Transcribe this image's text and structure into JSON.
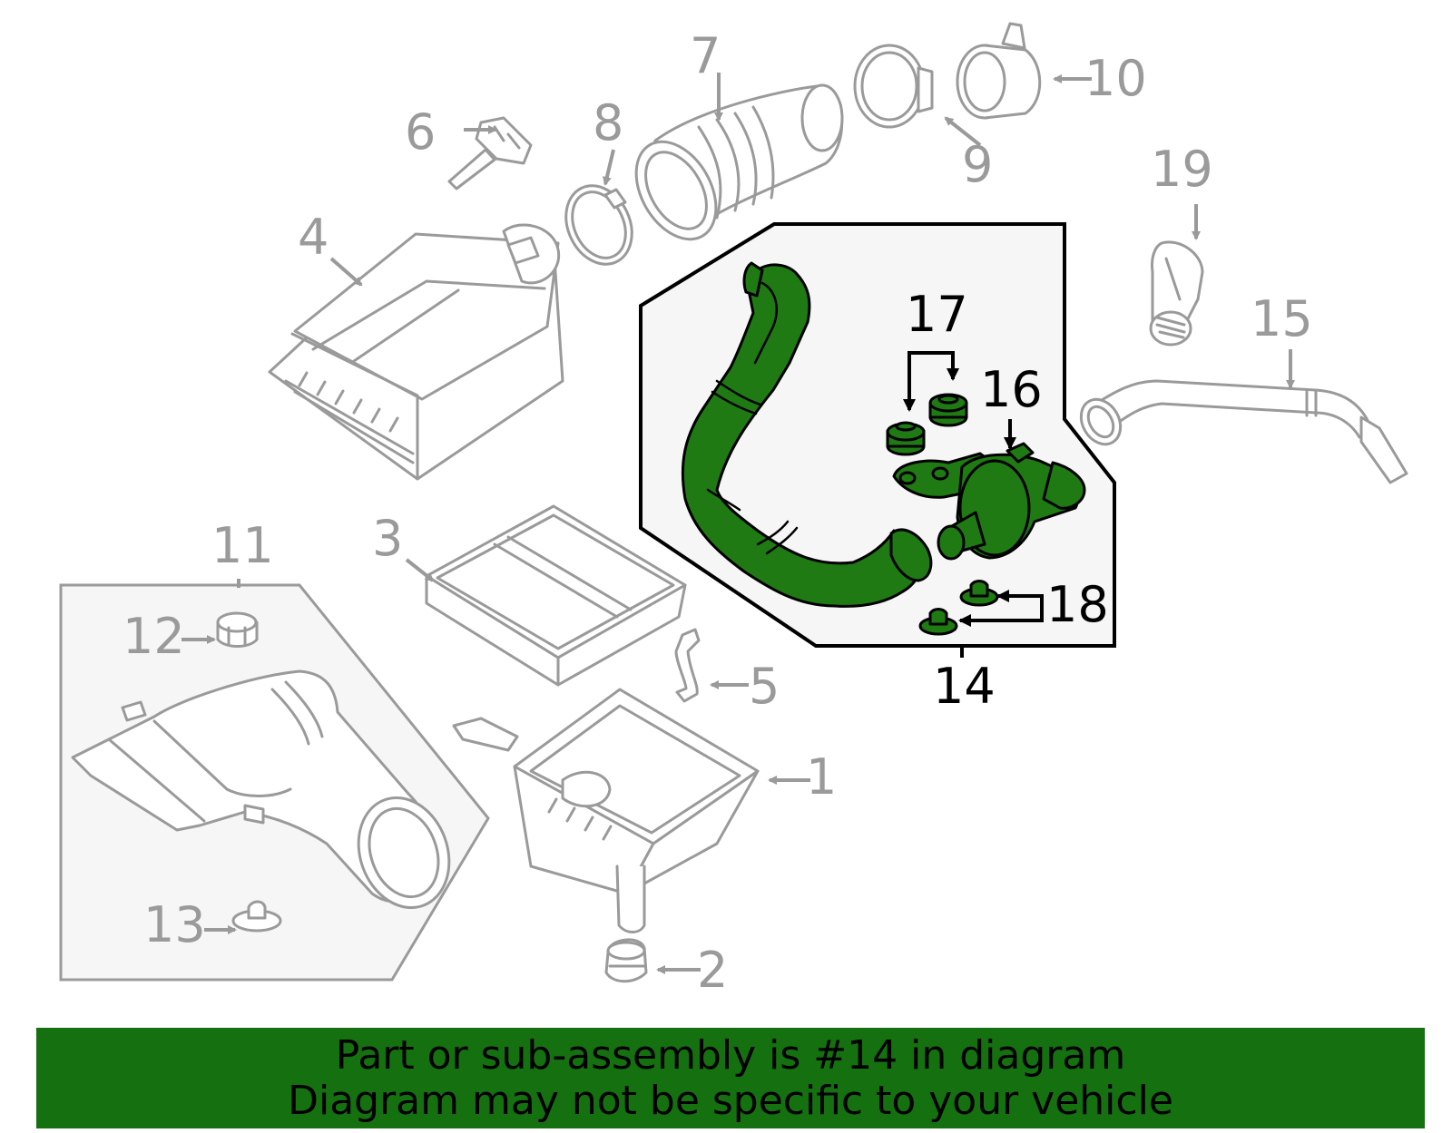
{
  "callouts": {
    "c1": "1",
    "c2": "2",
    "c3": "3",
    "c4": "4",
    "c5": "5",
    "c6": "6",
    "c7": "7",
    "c8": "8",
    "c9": "9",
    "c10": "10",
    "c11": "11",
    "c12": "12",
    "c13": "13",
    "c14": "14",
    "c15": "15",
    "c16": "16",
    "c17": "17",
    "c18": "18",
    "c19": "19"
  },
  "highlighted_part": "14",
  "colors": {
    "highlight_fill": "#1f7a14",
    "banner_background": "#157010",
    "inactive_part_gray": "#9a9a9a",
    "group_panel_background": "#f6f6f6"
  },
  "banner": {
    "line1": "Part or sub-assembly is #14 in diagram",
    "line2": "Diagram may not be specific to your vehicle"
  }
}
